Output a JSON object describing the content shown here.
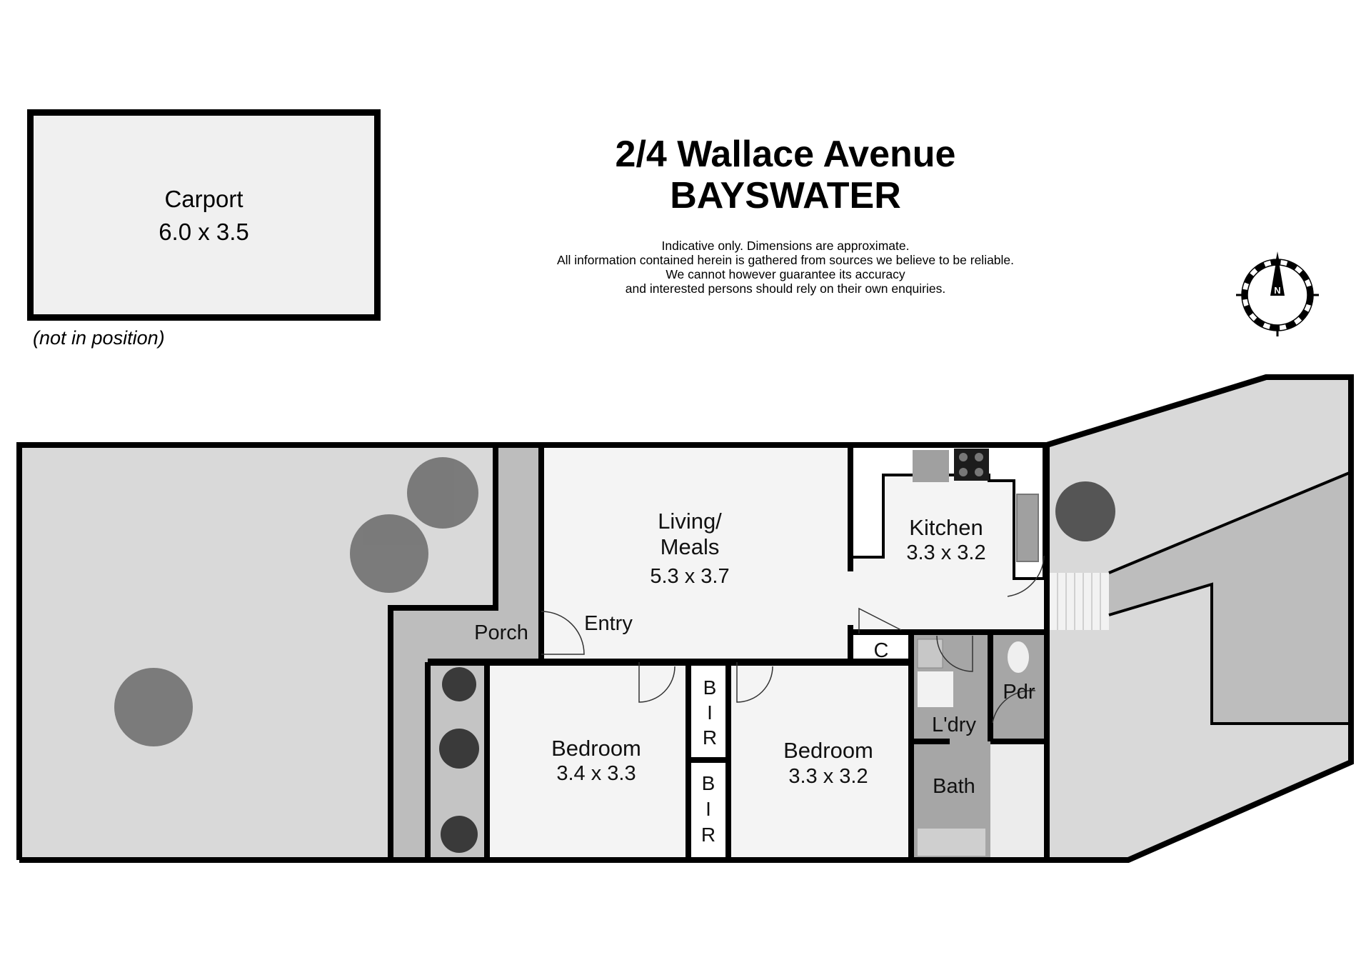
{
  "header": {
    "address_line": "2/4 Wallace Avenue",
    "suburb": "BAYSWATER",
    "disclaimer": [
      "Indicative only. Dimensions are approximate.",
      "All information contained herein is gathered from sources we believe to be reliable.",
      "We cannot however guarantee its accuracy",
      "and interested persons should rely on their own enquiries."
    ]
  },
  "carport": {
    "name": "Carport",
    "size": "6.0 x 3.5",
    "note": "(not in position)"
  },
  "compass": {
    "icon": "north-arrow-icon",
    "label": "N"
  },
  "rooms": {
    "living": {
      "name_line1": "Living/",
      "name_line2": "Meals",
      "size": "5.3 x 3.7"
    },
    "entry": {
      "name": "Entry"
    },
    "porch": {
      "name": "Porch"
    },
    "kitchen": {
      "name": "Kitchen",
      "size": "3.3 x 3.2"
    },
    "closet": {
      "name": "C"
    },
    "laundry": {
      "name": "L'dry"
    },
    "powder": {
      "name": "Pdr"
    },
    "bath": {
      "name": "Bath"
    },
    "bedroom1": {
      "name": "Bedroom",
      "size": "3.4 x 3.3"
    },
    "bedroom2": {
      "name": "Bedroom",
      "size": "3.3 x 3.2"
    },
    "bir1": {
      "letters": [
        "B",
        "I",
        "R"
      ]
    },
    "bir2": {
      "letters": [
        "B",
        "I",
        "R"
      ]
    }
  },
  "colors": {
    "wall": "#000000",
    "interior": "#f4f4f4",
    "yard": "#d9d9d9",
    "path": "#bdbdbd",
    "wet_area": "#a6a6a6",
    "cabinet": "#ffffff"
  }
}
